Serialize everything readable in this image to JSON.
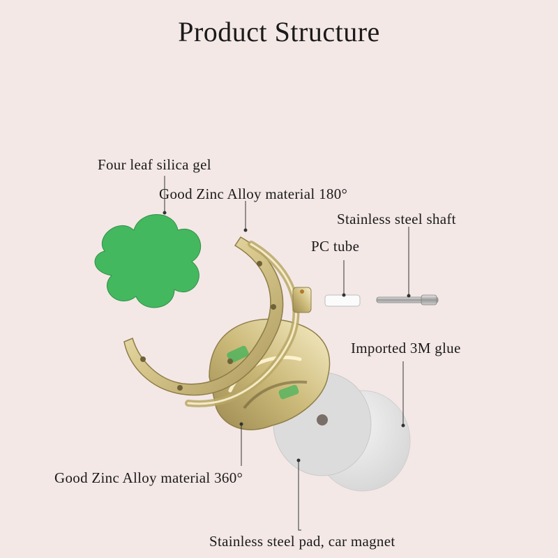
{
  "title": "Product Structure",
  "colors": {
    "background": "#f3e8e6",
    "silica_gel": "#3fb35a",
    "zinc_alloy": "#d8c98d",
    "pad": "#e2e2e2"
  },
  "labels": {
    "four_leaf": "Four leaf silica gel",
    "zinc_180": "Good Zinc Alloy material 180°",
    "shaft": "Stainless steel shaft",
    "pc_tube": "PC tube",
    "glue": "Imported 3M glue",
    "zinc_360": "Good Zinc Alloy material 360°",
    "pad": "Stainless steel pad, car magnet"
  }
}
